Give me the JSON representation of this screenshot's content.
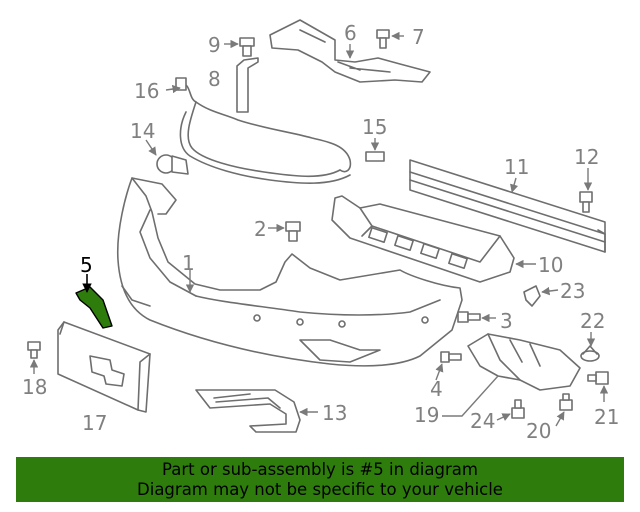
{
  "diagram": {
    "highlight_color": "#2e7d0c",
    "callouts": [
      "1",
      "2",
      "3",
      "4",
      "5",
      "6",
      "7",
      "8",
      "9",
      "10",
      "11",
      "12",
      "13",
      "14",
      "15",
      "16",
      "17",
      "18",
      "19",
      "20",
      "21",
      "22",
      "23",
      "24"
    ],
    "highlighted_callout": "5"
  },
  "banner": {
    "line1": "Part or sub-assembly is #5 in diagram",
    "line2": "Diagram may not be specific to your vehicle",
    "background": "#2e7d0c"
  }
}
